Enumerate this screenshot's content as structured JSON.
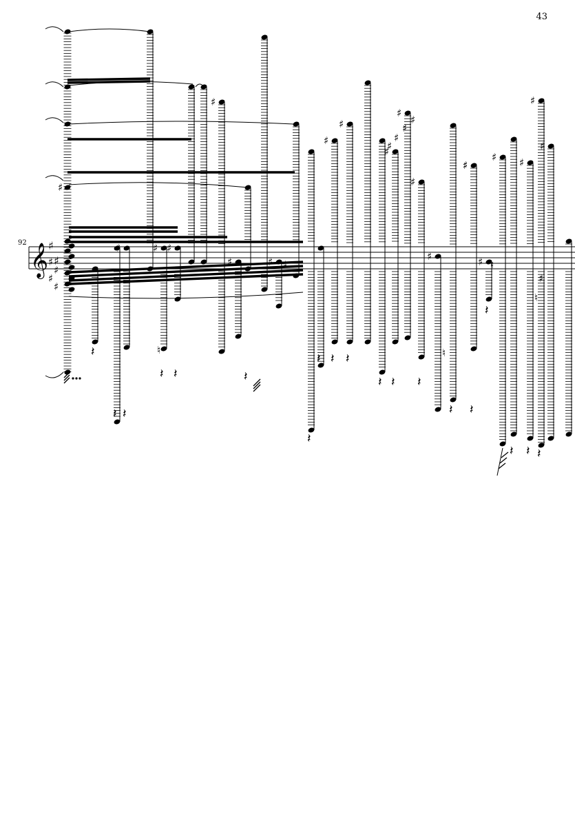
{
  "page": {
    "number": "43"
  },
  "system": {
    "measure_number": "92",
    "clef": "treble",
    "key_signature": [
      "F#",
      "C#"
    ]
  },
  "accidental_glyphs": {
    "sharp": "♯",
    "natural": "♮"
  },
  "rest_glyph": "𝄽",
  "colors": {
    "ink": "#000000",
    "paper": "#ffffff"
  }
}
